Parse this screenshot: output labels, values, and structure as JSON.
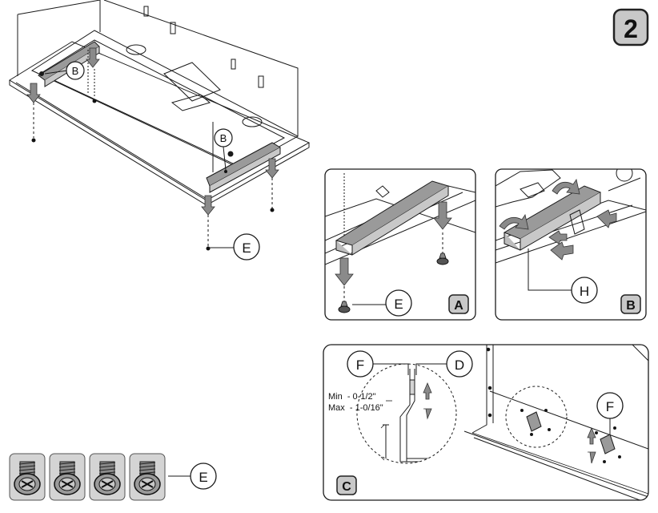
{
  "step_badge": {
    "number": "2"
  },
  "main_view": {
    "callout_b_left": "B",
    "callout_b_right": "B",
    "callout_e": "E"
  },
  "panel_a": {
    "badge": "A",
    "callout_e": "E"
  },
  "panel_b": {
    "badge": "B",
    "callout_h": "H"
  },
  "panel_c": {
    "badge": "C",
    "callout_f_left": "F",
    "callout_d": "D",
    "callout_f_right": "F",
    "min_label": "Min  - 0-1/2\"",
    "max_label": "Max  - 1-0/16\""
  },
  "screws": {
    "count": 4,
    "callout_e": "E"
  },
  "colors": {
    "line": "#1a1a1a",
    "gray_fill": "#9a9a9a",
    "light_gray": "#d4d4d4",
    "badge_fill": "#c8c8c8",
    "badge_border": "#222222"
  }
}
